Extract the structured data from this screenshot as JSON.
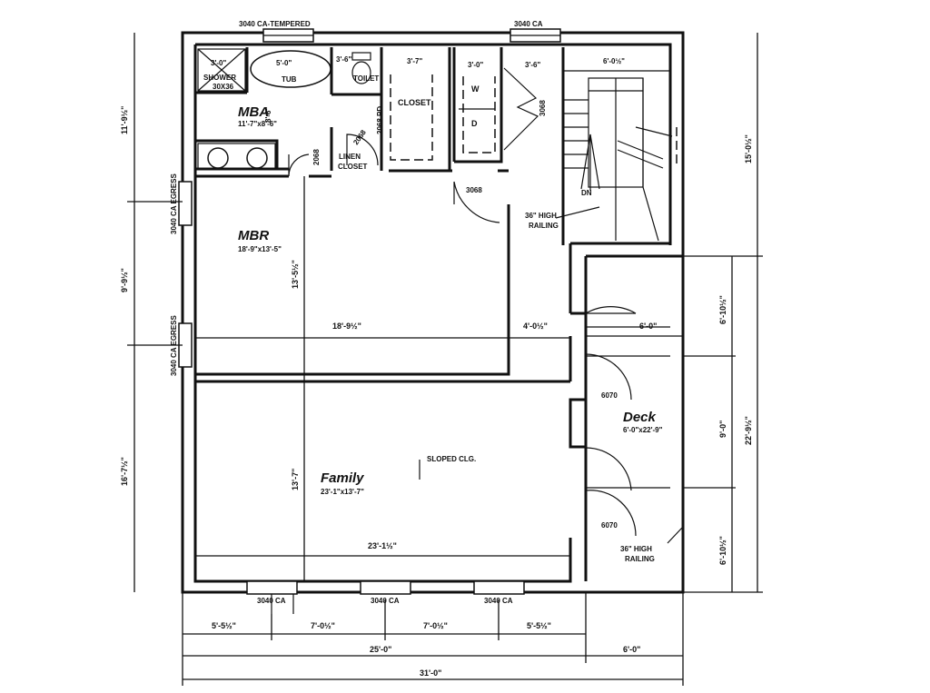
{
  "rooms": {
    "mba": {
      "name": "MBA",
      "size": "11'-7\"x8'-6\""
    },
    "mbr": {
      "name": "MBR",
      "size": "18'-9\"x13'-5\""
    },
    "family": {
      "name": "Family",
      "size": "23'-1\"x13'-7\""
    },
    "deck": {
      "name": "Deck",
      "size": "6'-0\"x22'-9\""
    }
  },
  "labels": {
    "shower": "SHOWER",
    "shower_size": "30X36",
    "shower_dim": "3'-0\"",
    "tub": "TUB",
    "tub_dim": "5'-0\"",
    "toilet": "TOILET",
    "toilet_dim": "3'-6\"",
    "closet": "CLOSET",
    "closet_dim": "3'-7\"",
    "linen_closet_1": "LINEN",
    "linen_closet_2": "CLOSET",
    "washer": "W",
    "dryer": "D",
    "wd_dim": "3'-0\"",
    "wd_dim2": "3'-6\"",
    "closet_door": "2068 PD",
    "linen_door": "2068",
    "bath_door": "2068",
    "bedroom_door": "3068",
    "laundry_door": "3068",
    "mba_depth": "8'-6\"",
    "stair_dn": "DN",
    "stair_width": "6'-0½\"",
    "railing_1": "36\" HIGH",
    "railing_1b": "RAILING",
    "railing_2": "36\" HIGH",
    "railing_2b": "RAILING",
    "door_6070_1": "6070",
    "door_6070_2": "6070",
    "sloped": "SLOPED CLG.",
    "mbr_width_dim": "18'-9½\"",
    "hall_dim": "4'-0½\"",
    "family_width_dim": "23'-1½\"",
    "mbr_depth_dim": "13'-5½\"",
    "family_depth_dim": "13'-7\"",
    "deck_inner_dim": "6'-0\""
  },
  "windows": {
    "top_1": "3040 CA-TEMPERED",
    "top_2": "3040 CA",
    "left_1": "3040 CA EGRESS",
    "left_2": "3040 CA EGRESS",
    "bottom_1": "3040 CA",
    "bottom_2": "3040 CA",
    "bottom_3": "3040 CA"
  },
  "dimensions": {
    "left_top": "11'-9½\"",
    "left_mid": "9'-9½\"",
    "left_bottom": "16'-7½\"",
    "right_top": "15'-0½\"",
    "right_total": "22'-9½\"",
    "right_seg_1": "6'-10½\"",
    "right_seg_2": "9'-0\"",
    "right_seg_3": "6'-10½\"",
    "bottom_seg_1": "5'-5½\"",
    "bottom_seg_2": "7'-0½\"",
    "bottom_seg_3": "7'-0½\"",
    "bottom_seg_4": "5'-5½\"",
    "bottom_house": "25'-0\"",
    "bottom_deck": "6'-0\"",
    "bottom_total": "31'-0\""
  }
}
